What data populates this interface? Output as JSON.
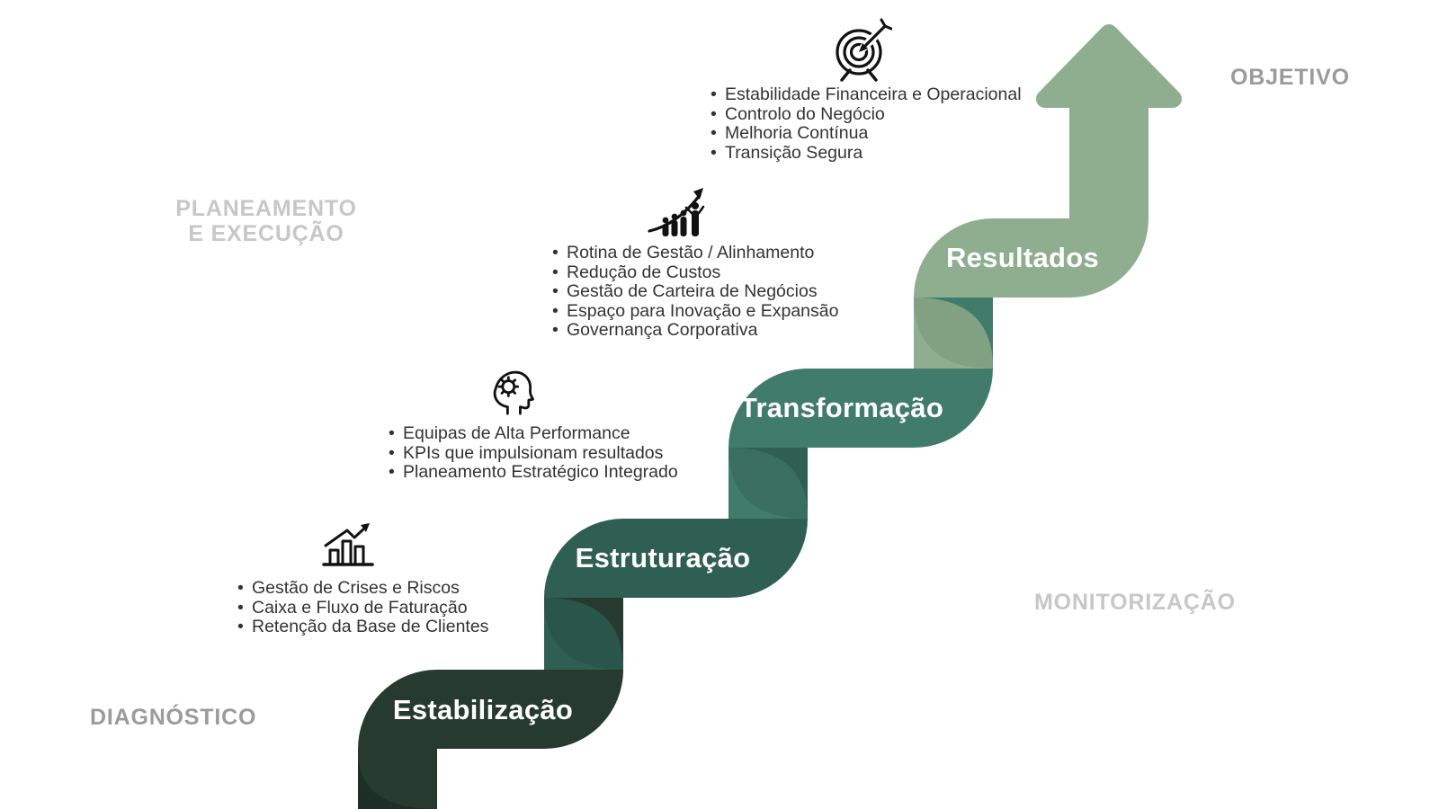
{
  "colors": {
    "background": "#FFFFFF",
    "step_estabilizacao": "#263A30",
    "step_estruturacao": "#2F5F52",
    "step_transformacao": "#417C6B",
    "step_resultados": "#8FAE90",
    "arrow": "#8FAE90",
    "seam_estabilizacao_estruturacao": "#2A554A",
    "seam_estruturacao_transformacao": "#3A6F60",
    "seam_transformacao_resultados": "#81A183",
    "seam_bottom": "#1C2E26",
    "phase_label_light": "#C7C7C7",
    "phase_label_dark": "#9B9B9B",
    "bullet_text": "#333333",
    "step_label_text": "#FFFFFF",
    "icon": "#111111"
  },
  "phases": {
    "diagnostico": "DIAGNÓSTICO",
    "planeamento_line1": "PLANEAMENTO",
    "planeamento_line2": "E EXECUÇÃO",
    "monitorizacao": "MONITORIZAÇÃO",
    "objetivo": "OBJETIVO"
  },
  "steps": [
    {
      "label": "Estabilização",
      "icon": "bar-chart-growth-icon",
      "bullets": [
        "Gestão de Crises e Riscos",
        "Caixa e Fluxo de Faturação",
        "Retenção da Base de Clientes"
      ]
    },
    {
      "label": "Estruturação",
      "icon": "head-gear-icon",
      "bullets": [
        "Equipas de Alta Performance",
        "KPIs que impulsionam resultados",
        "Planeamento Estratégico Integrado"
      ]
    },
    {
      "label": "Transformação",
      "icon": "team-growth-arrow-icon",
      "bullets": [
        "Rotina de Gestão / Alinhamento",
        "Redução de Custos",
        "Gestão de Carteira de Negócios",
        "Espaço para Inovação e Expansão",
        "Governança Corporativa"
      ]
    },
    {
      "label": "Resultados",
      "icon": "target-dart-icon",
      "bullets": [
        "Estabilidade Financeira e Operacional",
        "Controlo do Negócio",
        "Melhoria Contínua",
        "Transição Segura"
      ]
    }
  ]
}
